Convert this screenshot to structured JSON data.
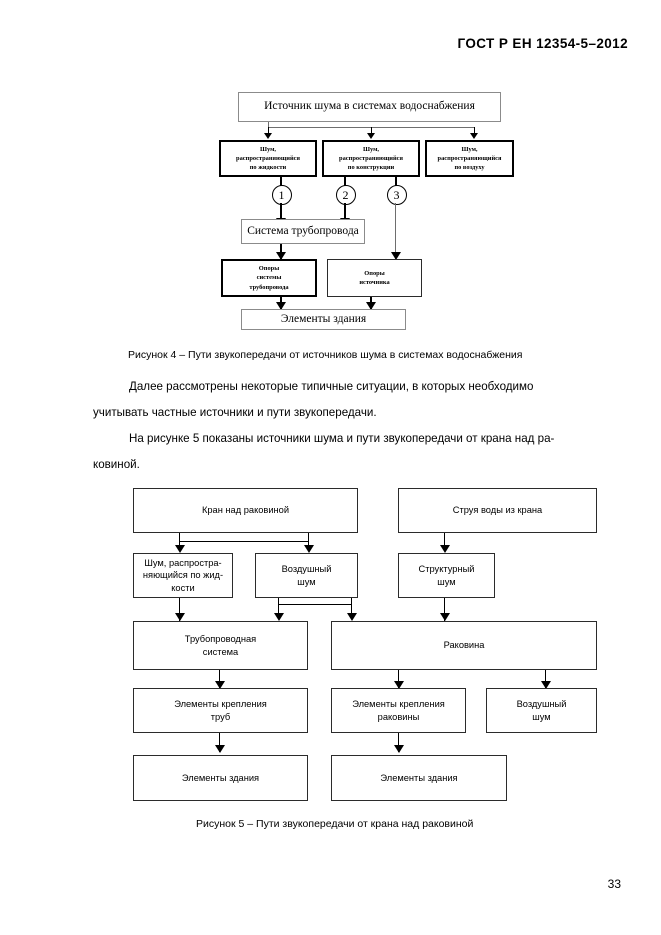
{
  "document": {
    "header": "ГОСТ Р ЕН 12354-5–2012",
    "page_number": "33"
  },
  "figure4": {
    "caption": "Рисунок 4 – Пути звукопередачи от источников шума в системах водоснабжения",
    "nodes": {
      "source": "Источник шума в системах водоснабжения",
      "liquid_l1": "Шум,",
      "liquid_l2": "распространяющийся",
      "liquid_l3": "по жидкости",
      "structure_l1": "Шум,",
      "structure_l2": "распространяющийся",
      "structure_l3": "по конструкции",
      "air_l1": "Шум,",
      "air_l2": "распространяющийся",
      "air_l3": "по воздуху",
      "pipe_system": "Система трубопровода",
      "pipe_supports_l1": "Опоры",
      "pipe_supports_l2": "системы",
      "pipe_supports_l3": "трубопровода",
      "source_supports_l1": "Опоры",
      "source_supports_l2": "источника",
      "building_elements": "Элементы здания"
    },
    "markers": [
      "1",
      "2",
      "3"
    ]
  },
  "body": {
    "paragraph1_line1": "Далее рассмотрены некоторые типичные ситуации, в которых необходимо",
    "paragraph1_line2": "учитывать частные источники и пути звукопередачи.",
    "paragraph2_line1": "На рисунке 5 показаны источники шума и пути звукопередачи от крана над ра-",
    "paragraph2_line2": "ковиной."
  },
  "figure5": {
    "caption": "Рисунок 5 – Пути звукопередачи от крана над раковиной",
    "nodes": {
      "tap": "Кран над раковиной",
      "water_jet": "Струя воды из крана",
      "liquid_noise_l1": "Шум, распростра-",
      "liquid_noise_l2": "няющийся по жид-",
      "liquid_noise_l3": "кости",
      "air_noise_l1": "Воздушный",
      "air_noise_l2": "шум",
      "structure_noise_l1": "Структурный",
      "structure_noise_l2": "шум",
      "pipe_system_l1": "Трубопроводная",
      "pipe_system_l2": "система",
      "sink": "Раковина",
      "pipe_fixings_l1": "Элементы крепления",
      "pipe_fixings_l2": "труб",
      "sink_fixings_l1": "Элементы крепления",
      "sink_fixings_l2": "раковины",
      "air_noise2_l1": "Воздушный",
      "air_noise2_l2": "шум",
      "building_elements_left": "Элементы здания",
      "building_elements_right": "Элементы здания"
    }
  },
  "colors": {
    "ink": "#000000",
    "page": "#ffffff",
    "thin_border": "#8b8b8b"
  }
}
